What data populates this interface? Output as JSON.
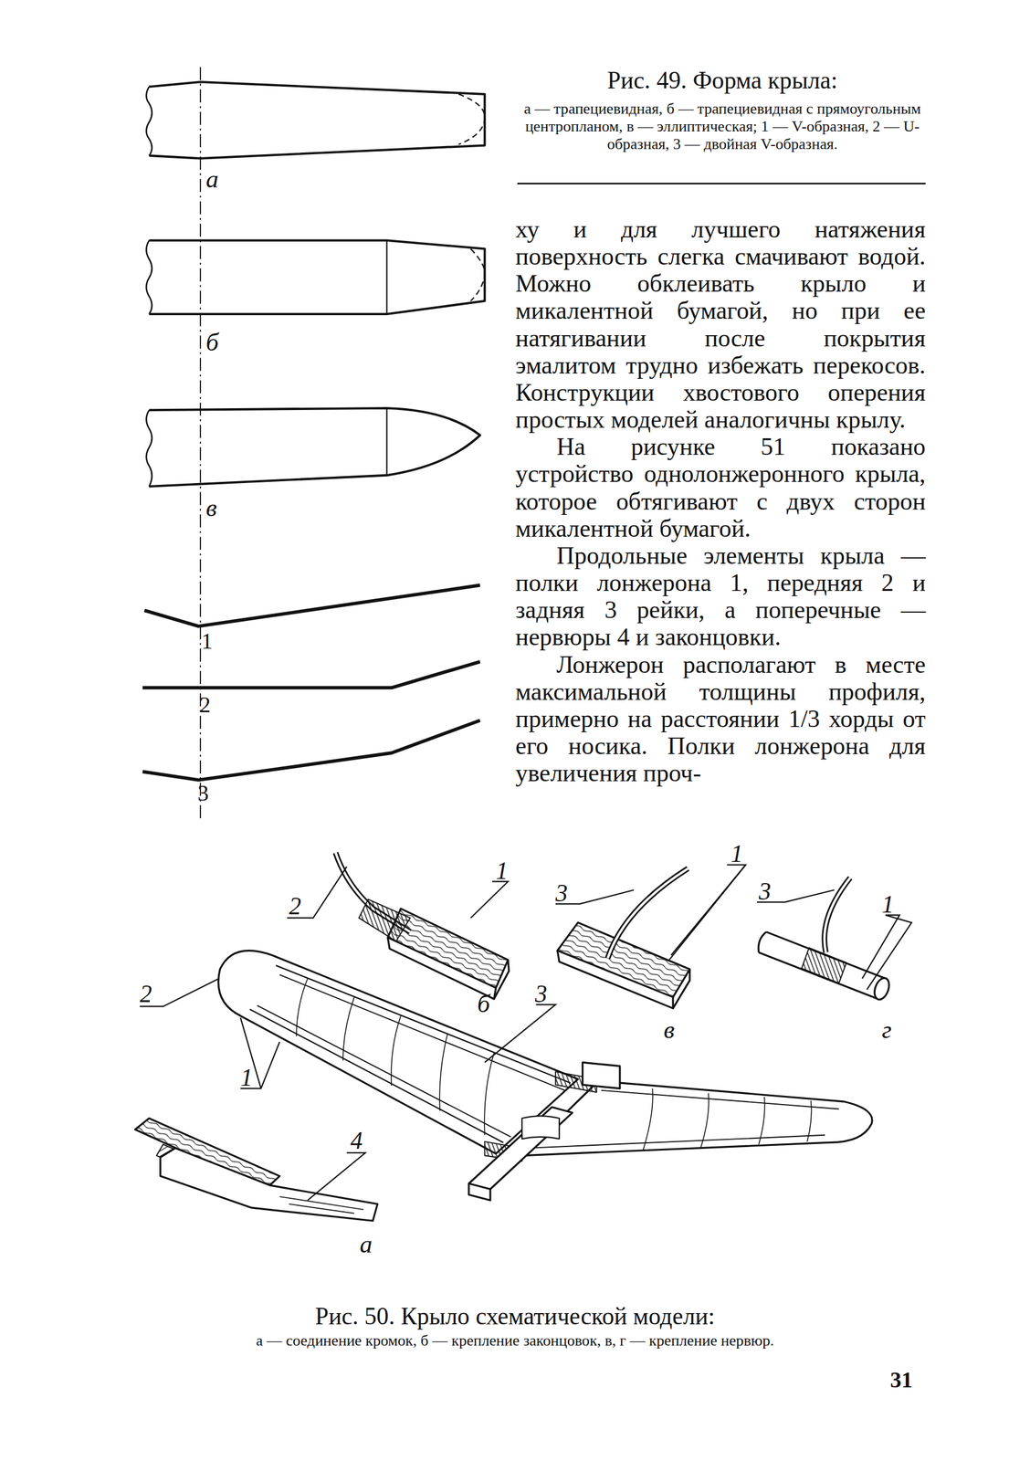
{
  "diagram": {
    "labels": [
      "Рис. 49. Форма крыла:",
      "а — трапециевидная, б — трапециевидная с прямоугольным центропланом, в — эллиптическая; 1 — V-образная, 2 — U-образная, 3 — двойная V-образная.",
      "а",
      "б",
      "в",
      "1",
      "2",
      "3",
      "ху и для лучшего натяжения поверхность слегка смачивают водой. Можно обклеивать крыло и микалентной бумагой, но при ее натягивании после покрытия эмалитом трудно избежать перекосов. Конструкции хвостового оперения простых моделей аналогичны крылу.",
      "На рисунке 51 показано устройство однолонжеронного крыла, которое обтягивают с двух сторон микалентной бумагой.",
      "Продольные элементы крыла — полки лонжерона 1, передняя 2 и задняя 3 рейки, а поперечные — нервюры 4 и законцовки.",
      "Лонжерон располагают в месте максимальной толщины профиля, примерно на расстоянии 1/3 хорды от его носика. Полки лонжерона для увеличения проч-",
      "2",
      "1",
      "б",
      "3",
      "1",
      "в",
      "3",
      "1",
      "г",
      "2",
      "3",
      "1",
      "4",
      "а",
      "Рис. 50. Крыло схематической модели:",
      "а — соединение кромок, б — крепление законцовок, в, г — крепление нервюр.",
      "31"
    ]
  }
}
